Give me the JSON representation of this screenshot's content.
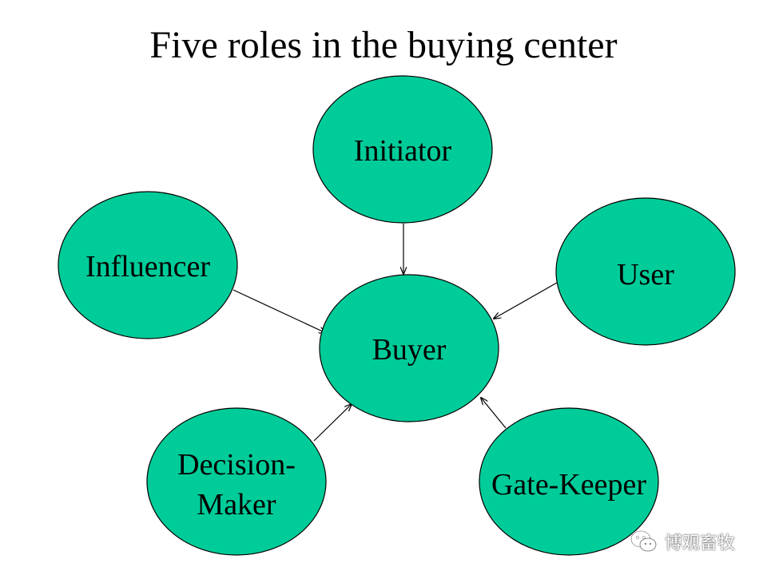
{
  "title": "Five roles in the buying center",
  "colors": {
    "node_fill": "#00cc99",
    "node_stroke": "#000000",
    "arrow": "#000000",
    "text": "#000000",
    "background": "#ffffff"
  },
  "nodes": {
    "initiator": {
      "lines": [
        "Initiator"
      ]
    },
    "influencer": {
      "lines": [
        "Influencer"
      ]
    },
    "user": {
      "lines": [
        "User"
      ]
    },
    "buyer": {
      "lines": [
        "Buyer"
      ]
    },
    "decision_maker": {
      "lines": [
        "Decision-",
        "Maker"
      ]
    },
    "gate_keeper": {
      "lines": [
        "Gate-Keeper"
      ]
    }
  },
  "edges": [
    {
      "from": "Initiator",
      "to": "Buyer"
    },
    {
      "from": "Influencer",
      "to": "Buyer"
    },
    {
      "from": "User",
      "to": "Buyer"
    },
    {
      "from": "Decision-Maker",
      "to": "Buyer"
    },
    {
      "from": "Gate-Keeper",
      "to": "Buyer"
    }
  ],
  "watermark": {
    "icon": "wechat-icon",
    "text": "博观畜牧"
  }
}
